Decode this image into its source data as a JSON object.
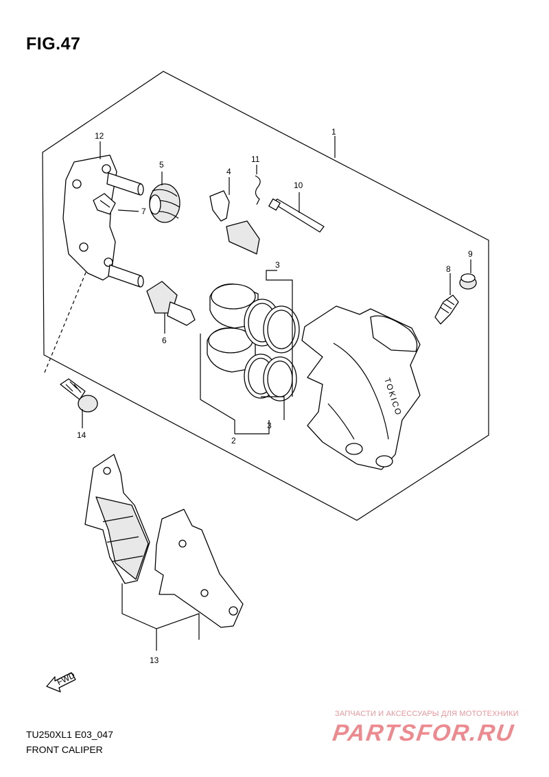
{
  "figure": {
    "title": "FIG.47"
  },
  "caption": {
    "model_code": "TU250XL1 E03_047",
    "name": "FRONT CALIPER"
  },
  "callouts": [
    {
      "id": "1",
      "text": "1"
    },
    {
      "id": "2",
      "text": "2"
    },
    {
      "id": "3a",
      "text": "3"
    },
    {
      "id": "3b",
      "text": "3"
    },
    {
      "id": "4",
      "text": "4"
    },
    {
      "id": "5",
      "text": "5"
    },
    {
      "id": "6",
      "text": "6"
    },
    {
      "id": "7",
      "text": "7"
    },
    {
      "id": "8",
      "text": "8"
    },
    {
      "id": "9",
      "text": "9"
    },
    {
      "id": "10",
      "text": "10"
    },
    {
      "id": "11",
      "text": "11"
    },
    {
      "id": "12",
      "text": "12"
    },
    {
      "id": "13",
      "text": "13"
    },
    {
      "id": "14",
      "text": "14"
    }
  ],
  "caliper_stamp": "TOKICO",
  "fwd_label": "FWD",
  "watermark": {
    "tagline": "ЗАПЧАСТИ И АКСЕССУАРЫ ДЛЯ МОТОТЕХНИКИ",
    "logo": "PARTSFOR.RU"
  }
}
